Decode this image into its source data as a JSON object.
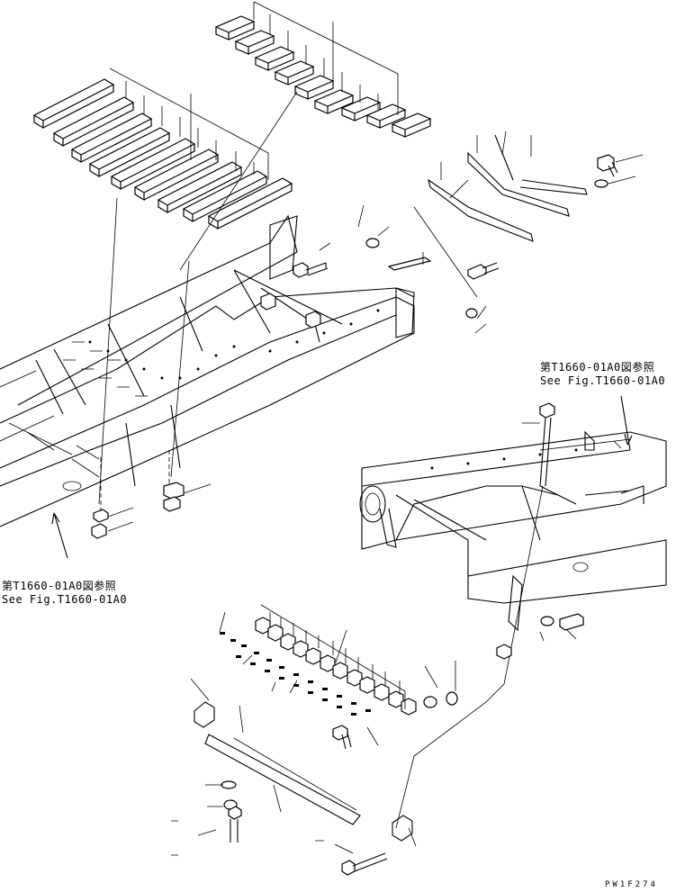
{
  "references": [
    {
      "ja": "第T1660-01A0図参照",
      "en": "See Fig.T1660-01A0"
    },
    {
      "ja": "第T1660-01A0図参照",
      "en": "See Fig.T1660-01A0"
    }
  ],
  "drawing_code": "PW1F274"
}
